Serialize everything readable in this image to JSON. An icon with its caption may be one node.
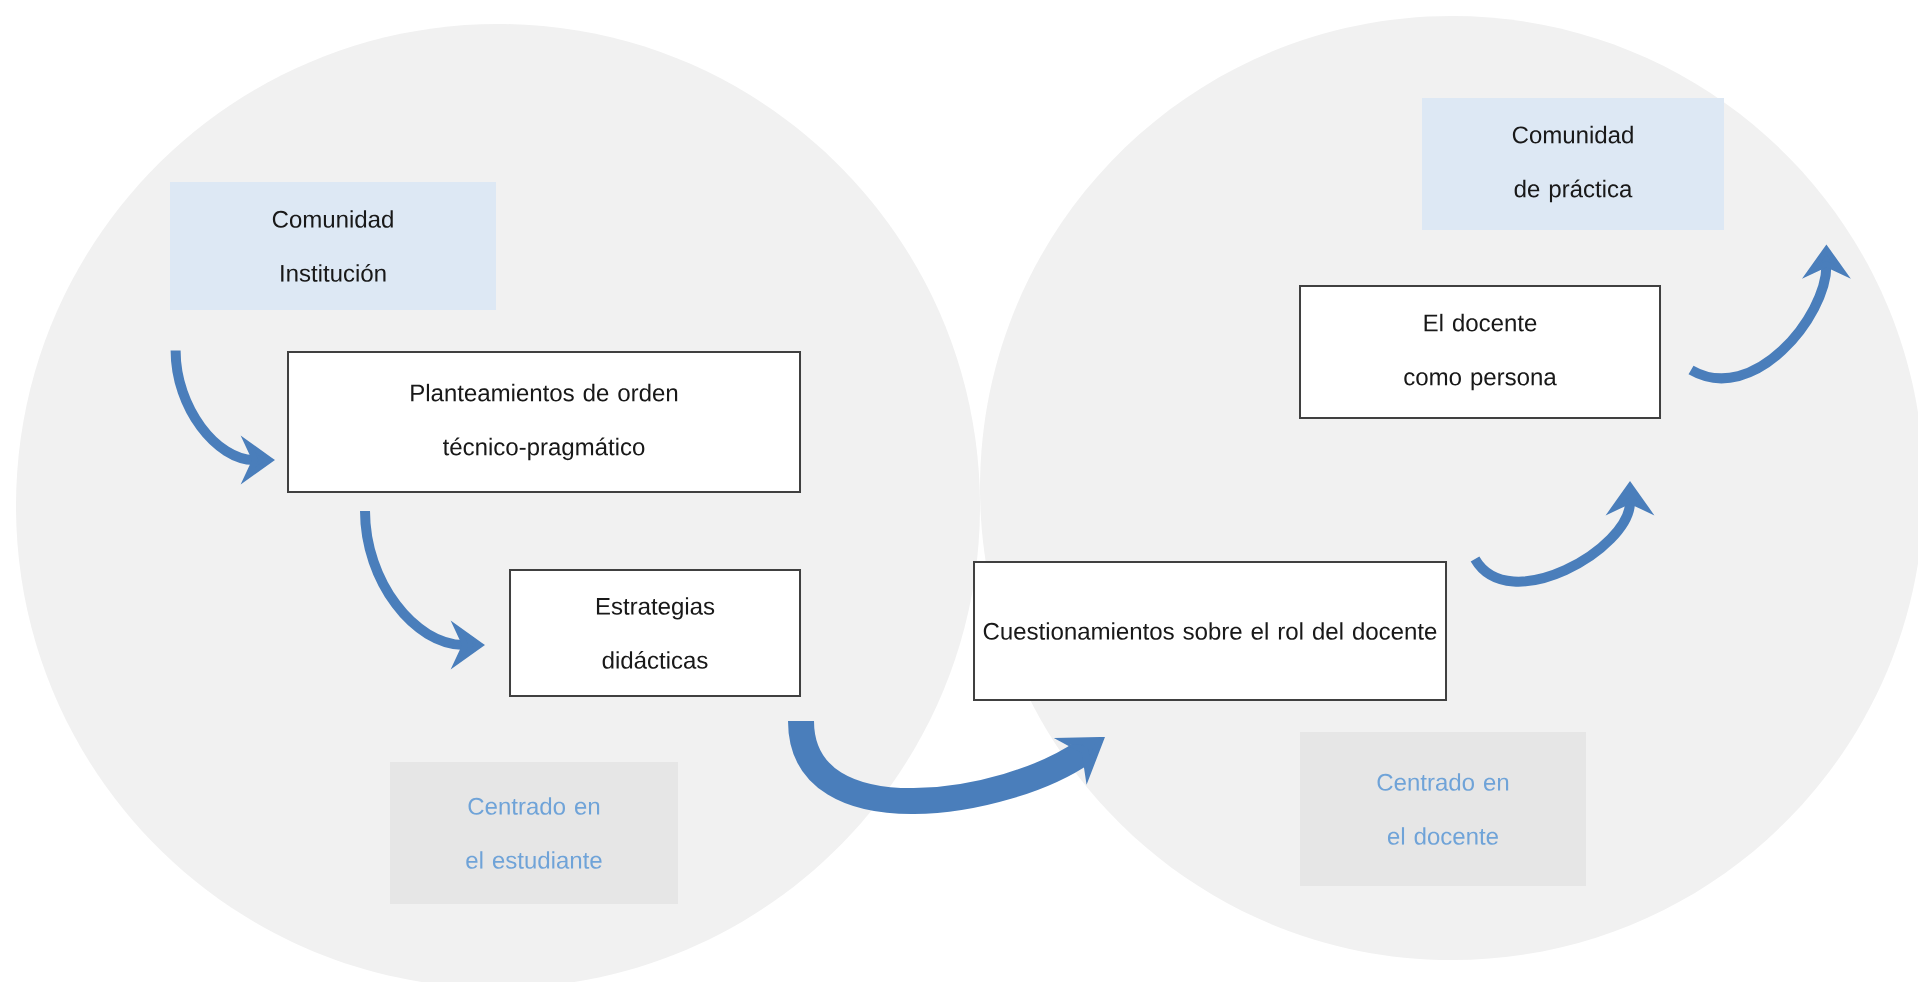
{
  "diagram": {
    "nodes": [
      {
        "text": [],
        "shape": "circle"
      },
      {
        "text": [],
        "shape": "circle"
      },
      {
        "text": [
          "Comunidad Institución"
        ],
        "in": 0
      },
      {
        "text": [
          "Planteamientos de orden técnico-pragmático"
        ],
        "in": 0
      },
      {
        "text": [
          "Estrategias didácticas"
        ],
        "in": 0
      },
      {
        "text": [
          "Centrado en el estudiante"
        ],
        "in": 0
      },
      {
        "text": [
          "Cuestionamientos sobre el rol del docente"
        ],
        "in": 1
      },
      {
        "text": [
          "El docente como persona"
        ],
        "in": 1
      },
      {
        "text": [
          "Comunidad de práctica"
        ],
        "in": 1
      },
      {
        "text": [
          "Centrado en el docente"
        ],
        "in": 1
      }
    ],
    "edges": [
      {
        "from": 2,
        "to": 3,
        "arrow": "to"
      },
      {
        "from": 3,
        "to": 4,
        "arrow": "to"
      },
      {
        "from": 4,
        "to": 6,
        "arrow": "to",
        "style": "thick"
      },
      {
        "from": 6,
        "to": 7,
        "arrow": "to"
      },
      {
        "from": 7,
        "to": 8,
        "arrow": "to"
      }
    ]
  }
}
